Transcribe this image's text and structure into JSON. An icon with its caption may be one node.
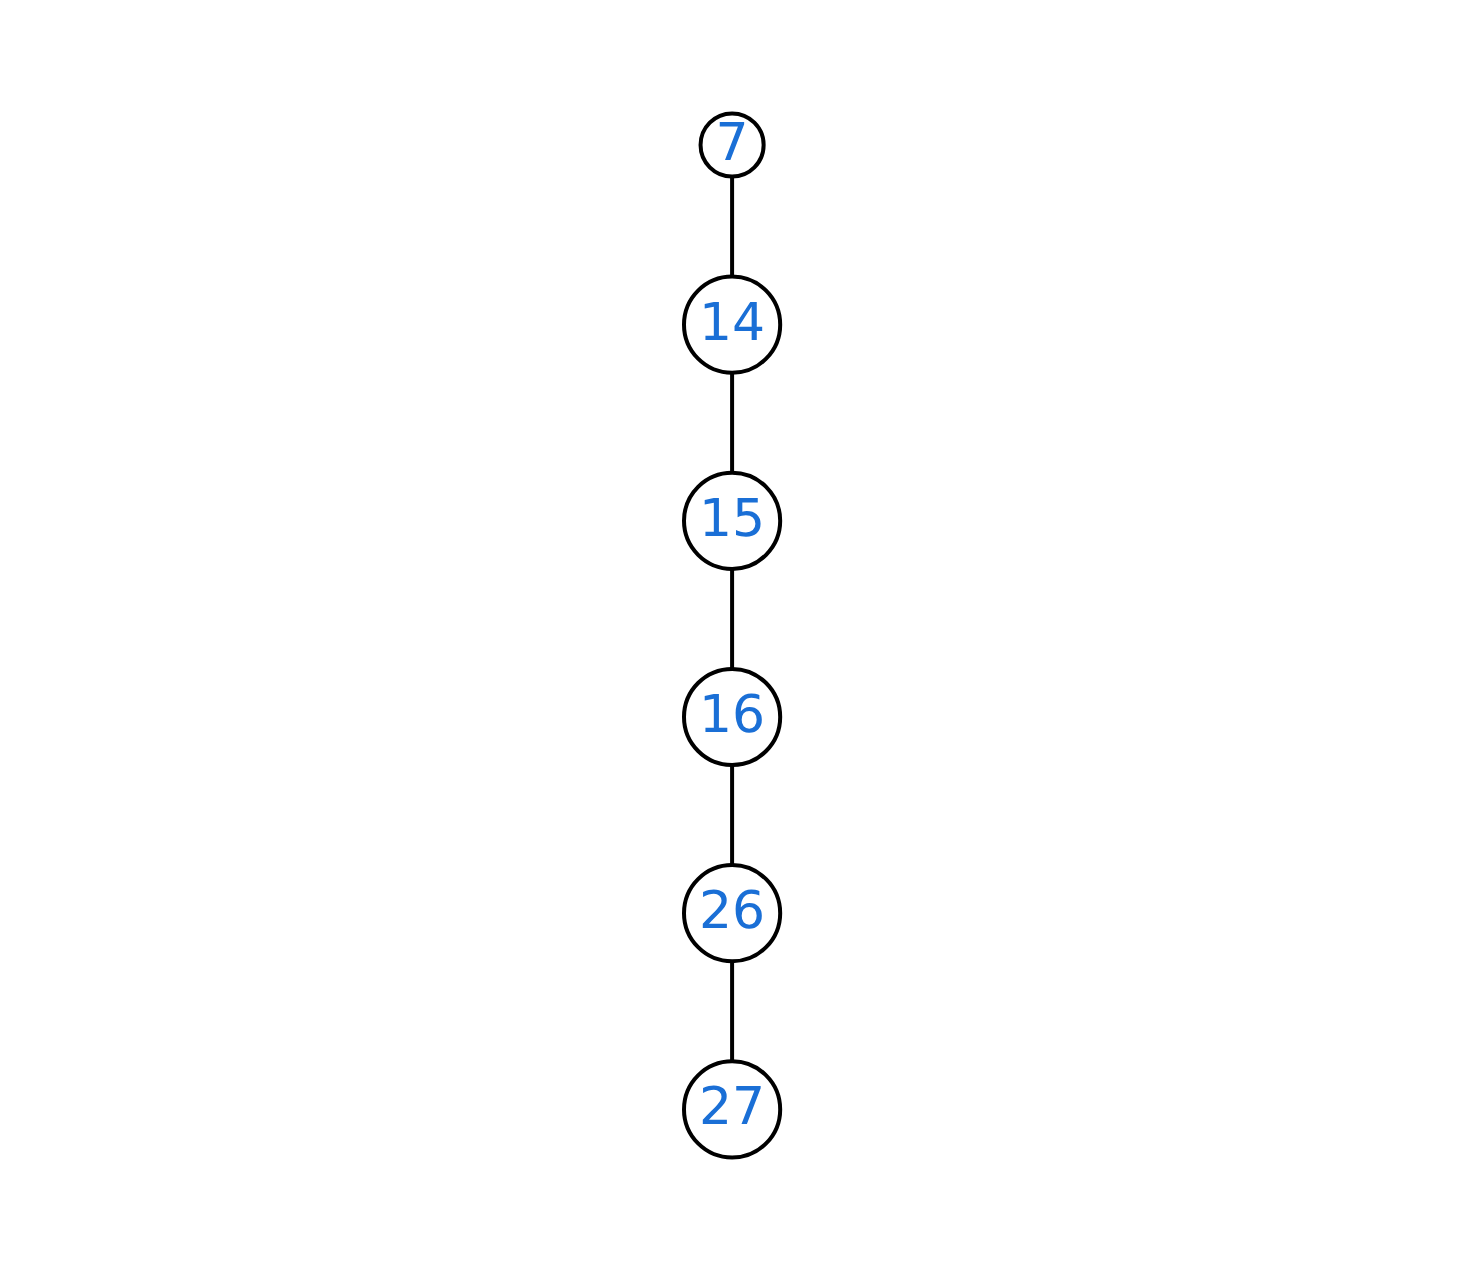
{
  "diagram": {
    "nodes": [
      {
        "text": [
          "7"
        ]
      },
      {
        "text": [
          "14"
        ]
      },
      {
        "text": [
          "15"
        ]
      },
      {
        "text": [
          "16"
        ]
      },
      {
        "text": [
          "26"
        ]
      },
      {
        "text": [
          "27"
        ]
      }
    ],
    "edges": [
      {
        "from": 0,
        "to": 1,
        "arrow": "none"
      },
      {
        "from": 1,
        "to": 2,
        "arrow": "none"
      },
      {
        "from": 2,
        "to": 3,
        "arrow": "none"
      },
      {
        "from": 3,
        "to": 4,
        "arrow": "none"
      },
      {
        "from": 4,
        "to": 5,
        "arrow": "none"
      }
    ]
  }
}
